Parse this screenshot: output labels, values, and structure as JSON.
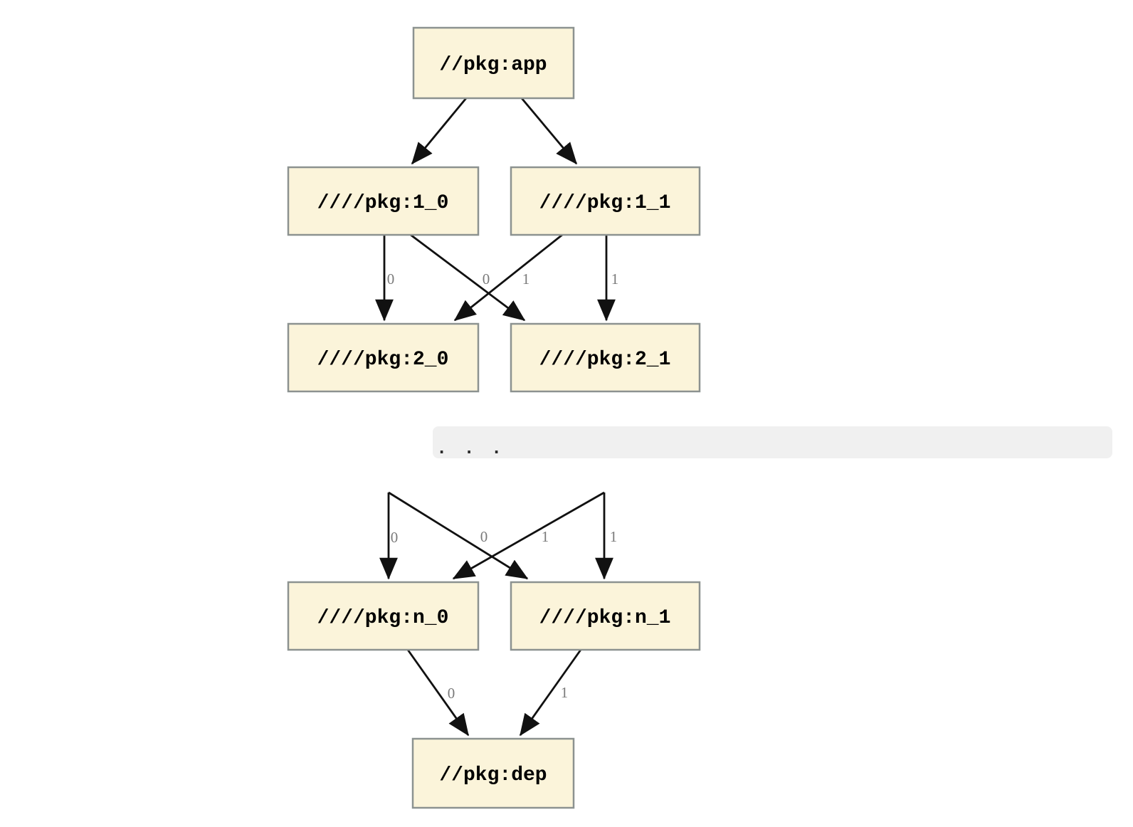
{
  "diagram_type": "dependency-graph",
  "colors": {
    "background": "#FFFFFF",
    "node_fill": "#FBF4DA",
    "node_border": "#8C9290",
    "edge": "#111111",
    "edge_label_text": "#7A7A7A",
    "band_fill": "#F0F0F0",
    "ellipsis_text": "#2B2B2B"
  },
  "nodes": {
    "app": {
      "label": "//pkg:app"
    },
    "v1_0": {
      "label": "////pkg:1_0"
    },
    "v1_1": {
      "label": "////pkg:1_1"
    },
    "v2_0": {
      "label": "////pkg:2_0"
    },
    "v2_1": {
      "label": "////pkg:2_1"
    },
    "vn_0": {
      "label": "////pkg:n_0"
    },
    "vn_1": {
      "label": "////pkg:n_1"
    },
    "dep": {
      "label": "//pkg:dep"
    }
  },
  "ellipsis": {
    "text": ". . ."
  },
  "edges": [
    {
      "from": "app",
      "to": "v1_0",
      "label": ""
    },
    {
      "from": "app",
      "to": "v1_1",
      "label": ""
    },
    {
      "from": "v1_0",
      "to": "v2_0",
      "label": "0"
    },
    {
      "from": "v1_0",
      "to": "v2_1",
      "label": "1"
    },
    {
      "from": "v1_1",
      "to": "v2_0",
      "label": "0"
    },
    {
      "from": "v1_1",
      "to": "v2_1",
      "label": "1"
    },
    {
      "from": "elided",
      "to": "vn_0",
      "label": "0"
    },
    {
      "from": "elided",
      "to": "vn_1",
      "label": "1"
    },
    {
      "from": "elided",
      "to": "vn_0",
      "label": "0"
    },
    {
      "from": "elided",
      "to": "vn_1",
      "label": "1"
    },
    {
      "from": "vn_0",
      "to": "dep",
      "label": "0"
    },
    {
      "from": "vn_1",
      "to": "dep",
      "label": "1"
    }
  ]
}
